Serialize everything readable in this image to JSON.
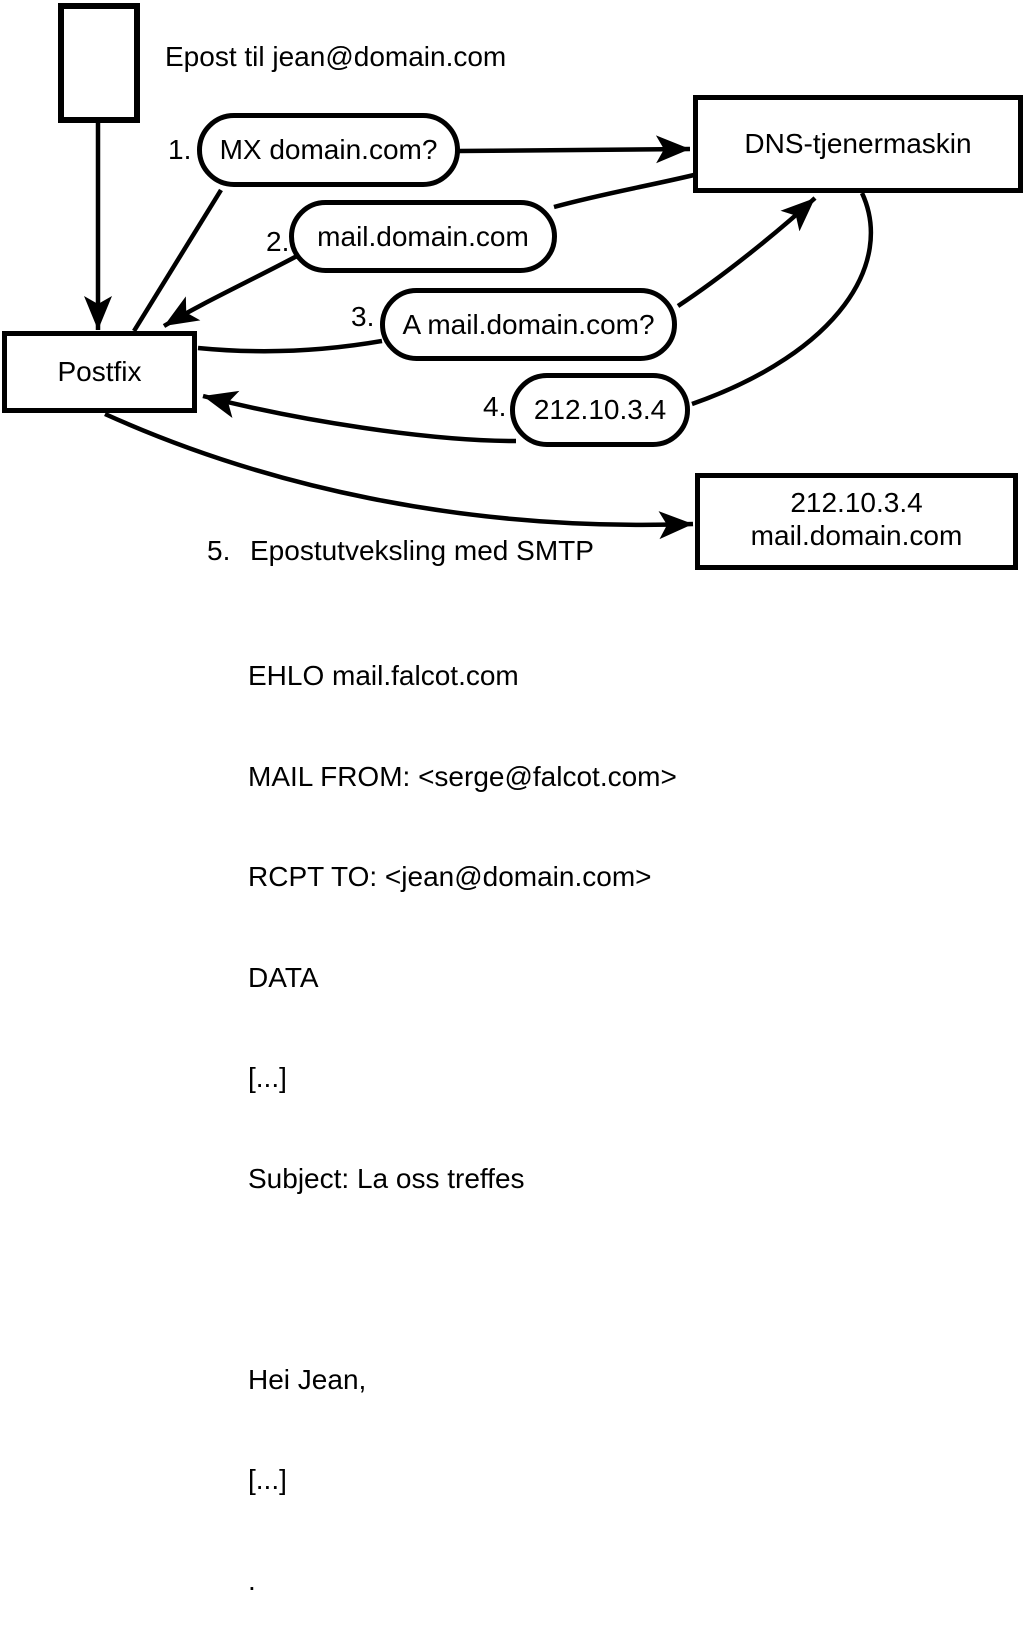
{
  "colors": {
    "ink": "#000000",
    "paper": "#ffffff"
  },
  "annotation": {
    "email_note": "Epost til jean@domain.com"
  },
  "nodes": {
    "postfix": "Postfix",
    "dns": "DNS-tjenermaskin",
    "mailserver_ip": "212.10.3.4",
    "mailserver_host": "mail.domain.com"
  },
  "steps": [
    {
      "num": "1.",
      "label": "MX domain.com?"
    },
    {
      "num": "2.",
      "label": "mail.domain.com"
    },
    {
      "num": "3.",
      "label": "A mail.domain.com?"
    },
    {
      "num": "4.",
      "label": "212.10.3.4"
    },
    {
      "num": "5.",
      "label": "Epostutveksling med SMTP"
    }
  ],
  "smtp_session": [
    "EHLO mail.falcot.com",
    "MAIL FROM: <serge@falcot.com>",
    "RCPT TO: <jean@domain.com>",
    "DATA",
    "[...]",
    "Subject: La oss treffes",
    "",
    "Hei Jean,",
    "[...]",
    "."
  ]
}
